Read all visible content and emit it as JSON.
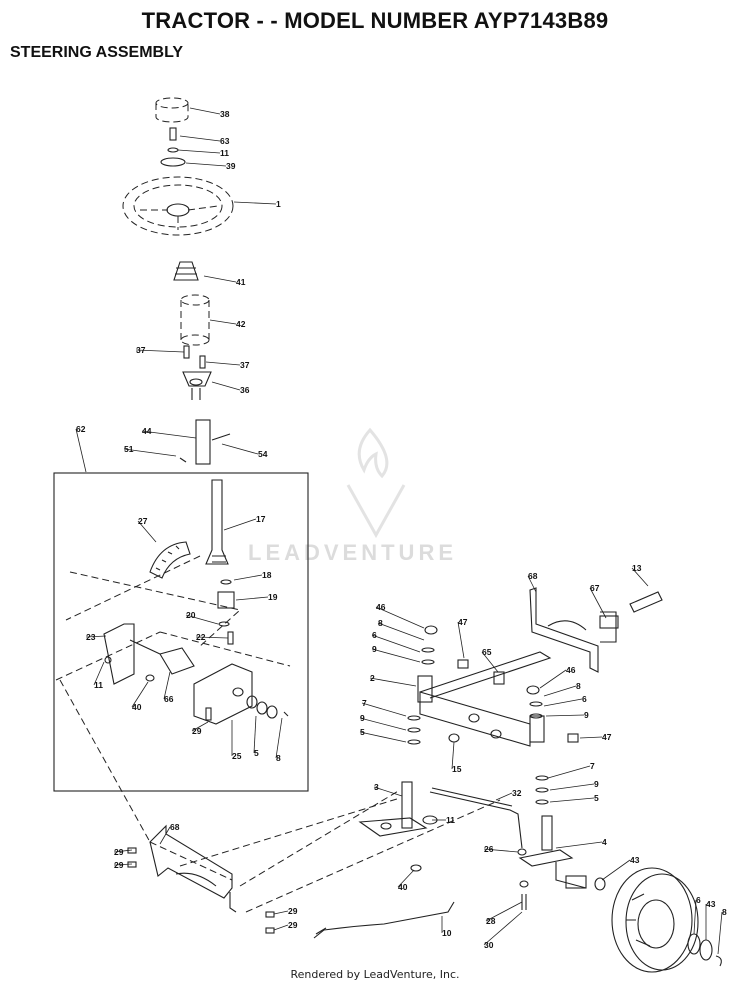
{
  "header": {
    "title": "TRACTOR - - MODEL NUMBER AYP7143B89",
    "subtitle": "STEERING ASSEMBLY"
  },
  "watermark": {
    "text": "LEADVENTURE"
  },
  "footer": {
    "text": "Rendered by LeadVenture, Inc."
  },
  "callouts": [
    "38",
    "63",
    "11",
    "39",
    "1",
    "41",
    "42",
    "37",
    "37",
    "36",
    "44",
    "51",
    "54",
    "62",
    "17",
    "27",
    "18",
    "19",
    "20",
    "22",
    "23",
    "11",
    "40",
    "66",
    "29",
    "25",
    "5",
    "8",
    "68",
    "67",
    "13",
    "46",
    "8",
    "6",
    "9",
    "47",
    "65",
    "2",
    "46",
    "8",
    "6",
    "9",
    "7",
    "9",
    "5",
    "47",
    "15",
    "7",
    "9",
    "5",
    "3",
    "11",
    "32",
    "4",
    "26",
    "40",
    "43",
    "28",
    "30",
    "10",
    "68",
    "29",
    "29",
    "29",
    "29",
    "6",
    "43",
    "8"
  ],
  "colors": {
    "ink": "#222222",
    "watermark": "#dcdcdc"
  }
}
